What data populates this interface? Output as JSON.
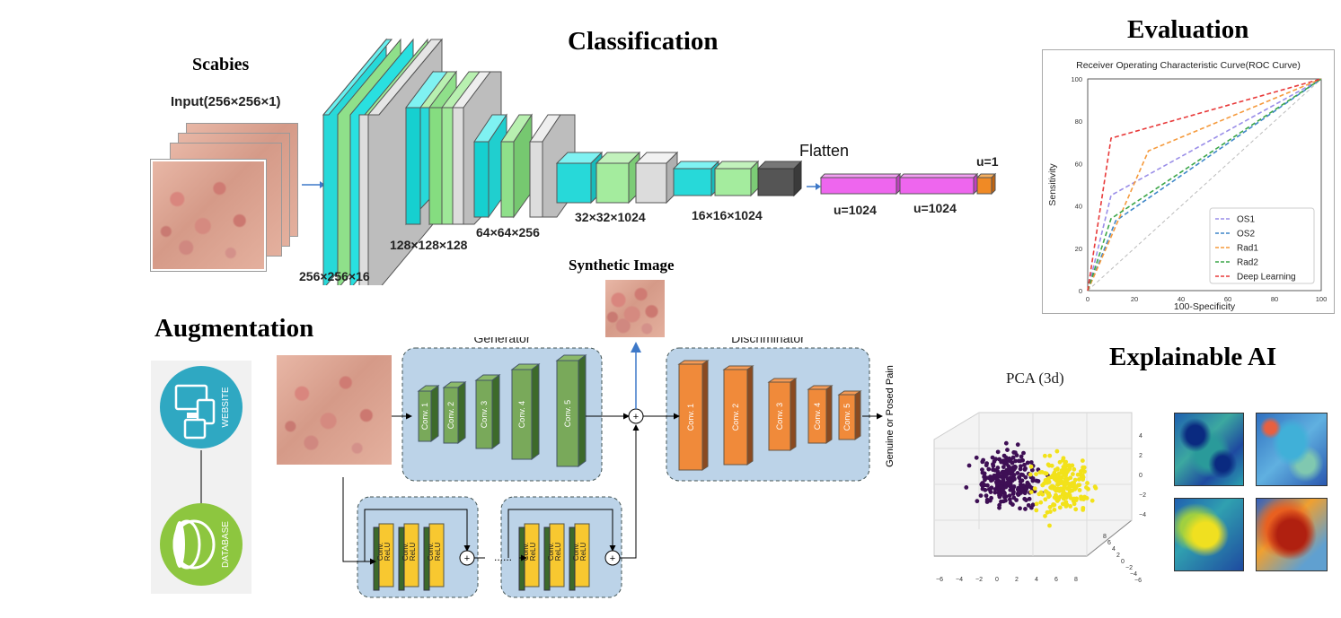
{
  "classification": {
    "title": "Classification",
    "scabies_label": "Scabies",
    "input_label": "Input(256×256×1)",
    "dims": [
      "256×256×16",
      "128×128×128",
      "64×64×256",
      "32×32×1024",
      "16×16×1024"
    ],
    "flatten_label": "Flatten",
    "dense": [
      "u=1024",
      "u=1024",
      "u=1"
    ]
  },
  "evaluation": {
    "title": "Evaluation",
    "chart_data": {
      "type": "line",
      "title": "Receiver Operating Characteristic Curve(ROC Curve)",
      "xlabel": "100-Specificity",
      "ylabel": "Sensitivity",
      "xlim": [
        0,
        100
      ],
      "ylim": [
        0,
        100
      ],
      "xticks": [
        "0",
        "20",
        "40",
        "60",
        "80",
        "100"
      ],
      "yticks": [
        "0",
        "20",
        "40",
        "60",
        "80",
        "100"
      ],
      "legend_position": "bottom-right",
      "series": [
        {
          "name": "OS1",
          "color": "#9a8ee8",
          "points": [
            [
              0,
              0
            ],
            [
              10,
              45
            ],
            [
              100,
              100
            ]
          ]
        },
        {
          "name": "OS2",
          "color": "#3f86c8",
          "points": [
            [
              0,
              0
            ],
            [
              12,
              33
            ],
            [
              100,
              100
            ]
          ]
        },
        {
          "name": "Rad1",
          "color": "#f59a3c",
          "points": [
            [
              0,
              0
            ],
            [
              26,
              66
            ],
            [
              100,
              100
            ]
          ]
        },
        {
          "name": "Rad2",
          "color": "#3ca648",
          "points": [
            [
              0,
              0
            ],
            [
              10,
              34
            ],
            [
              100,
              100
            ]
          ]
        },
        {
          "name": "Deep Learning",
          "color": "#e83a3a",
          "points": [
            [
              0,
              0
            ],
            [
              10,
              72
            ],
            [
              100,
              100
            ]
          ]
        }
      ]
    }
  },
  "augmentation": {
    "title": "Augmentation",
    "synthetic_label": "Synthetic Image",
    "generator_label": "Generator",
    "discriminator_label": "Discriminator",
    "gen_layers": [
      "Conv. 1",
      "Conv. 2",
      "Conv. 3",
      "Conv. 4",
      "Conv. 5"
    ],
    "disc_layers": [
      "Conv. 1",
      "Conv. 2",
      "Conv. 3",
      "Conv. 4",
      "Conv. 5"
    ],
    "output_label": "Genuine or Posed Pain",
    "res_layers": [
      "Conv.",
      "ReLU",
      "Conv.",
      "ReLU",
      "Conv."
    ],
    "ellipsis": "......",
    "website_label": "WEBSITE",
    "database_label": "DATABASE"
  },
  "xai": {
    "title": "Explainable AI",
    "pca_title": "PCA (3d)",
    "pca_axis_ticks_z": [
      "4",
      "2",
      "0",
      "−2",
      "−4"
    ],
    "pca_axis_ticks_x": [
      "−6",
      "−4",
      "−2",
      "0",
      "2",
      "4",
      "6",
      "8"
    ],
    "pca_axis_ticks_y": [
      "8",
      "6",
      "4",
      "2",
      "0",
      "−2",
      "−4",
      "−6"
    ]
  }
}
